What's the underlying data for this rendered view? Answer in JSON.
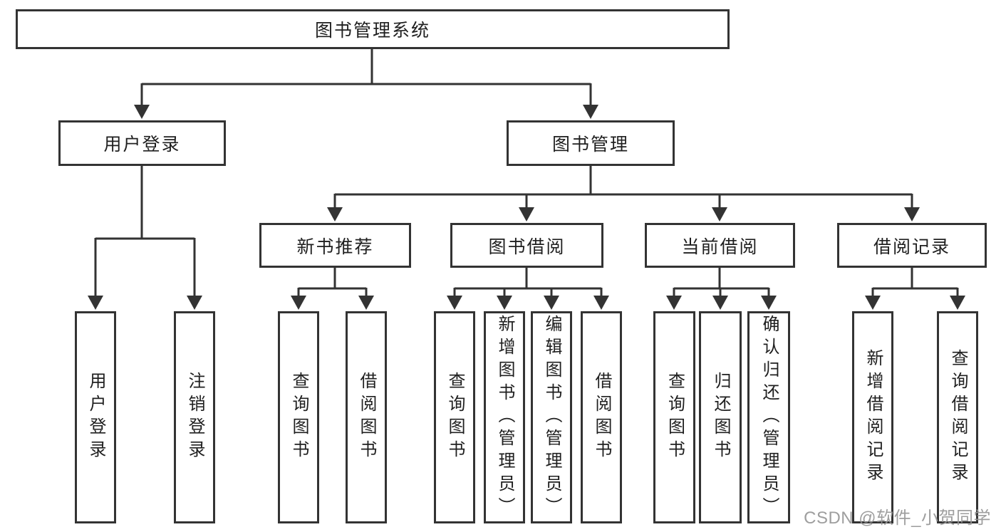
{
  "diagram": {
    "root": {
      "label": "图书管理系统"
    },
    "level2": [
      {
        "id": "user-login",
        "label": "用户登录"
      },
      {
        "id": "book-management",
        "label": "图书管理"
      }
    ],
    "level3": [
      {
        "id": "new-book-recommendation",
        "label": "新书推荐",
        "parent": "book-management"
      },
      {
        "id": "book-borrowing",
        "label": "图书借阅",
        "parent": "book-management"
      },
      {
        "id": "current-borrowing",
        "label": "当前借阅",
        "parent": "book-management"
      },
      {
        "id": "borrowing-records",
        "label": "借阅记录",
        "parent": "book-management"
      }
    ],
    "leaves": [
      {
        "group": "user-login",
        "label": "用户登录"
      },
      {
        "group": "user-login",
        "label": "注销登录"
      },
      {
        "group": "new-book-recommendation",
        "label": "查询图书"
      },
      {
        "group": "new-book-recommendation",
        "label": "借阅图书"
      },
      {
        "group": "book-borrowing",
        "label": "查询图书"
      },
      {
        "group": "book-borrowing",
        "label": "新增图书（管理员）"
      },
      {
        "group": "book-borrowing",
        "label": "编辑图书（管理员）"
      },
      {
        "group": "book-borrowing",
        "label": "借阅图书"
      },
      {
        "group": "current-borrowing",
        "label": "查询图书"
      },
      {
        "group": "current-borrowing",
        "label": "归还图书"
      },
      {
        "group": "current-borrowing",
        "label": "确认归还（管理员）"
      },
      {
        "group": "borrowing-records",
        "label": "新增借阅记录"
      },
      {
        "group": "borrowing-records",
        "label": "查询借阅记录"
      }
    ]
  },
  "watermark": {
    "text": "CSDN @软件_小贺同学"
  },
  "colors": {
    "line": "#333333",
    "text": "#1f1f1f",
    "watermark": "#969696",
    "background": "#ffffff"
  }
}
